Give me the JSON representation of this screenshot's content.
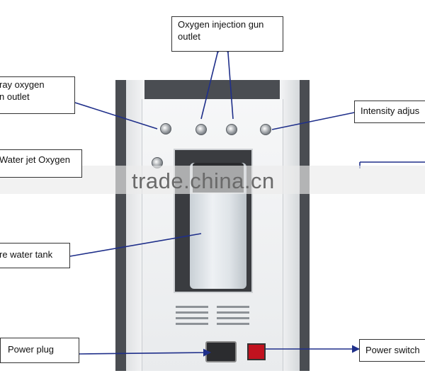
{
  "watermark": "trade.china.cn",
  "labels": {
    "oxygen_injection": {
      "line1": "Oxygen injection gun",
      "line2": "outlet"
    },
    "spray_oxygen": {
      "line1": "ray     oxygen",
      "line2": "n outlet"
    },
    "intensity": {
      "line1": "Intensity adjus"
    },
    "water_jet": {
      "line1": "Water jet Oxygen"
    },
    "water_tank": {
      "line1": "re water tank"
    },
    "power_plug": {
      "line1": "Power plug"
    },
    "power_switch": {
      "line1": "Power switch"
    }
  },
  "colors": {
    "leader_line": "#1f2f8a",
    "box_border": "#333333",
    "switch_red": "#c1121f"
  }
}
